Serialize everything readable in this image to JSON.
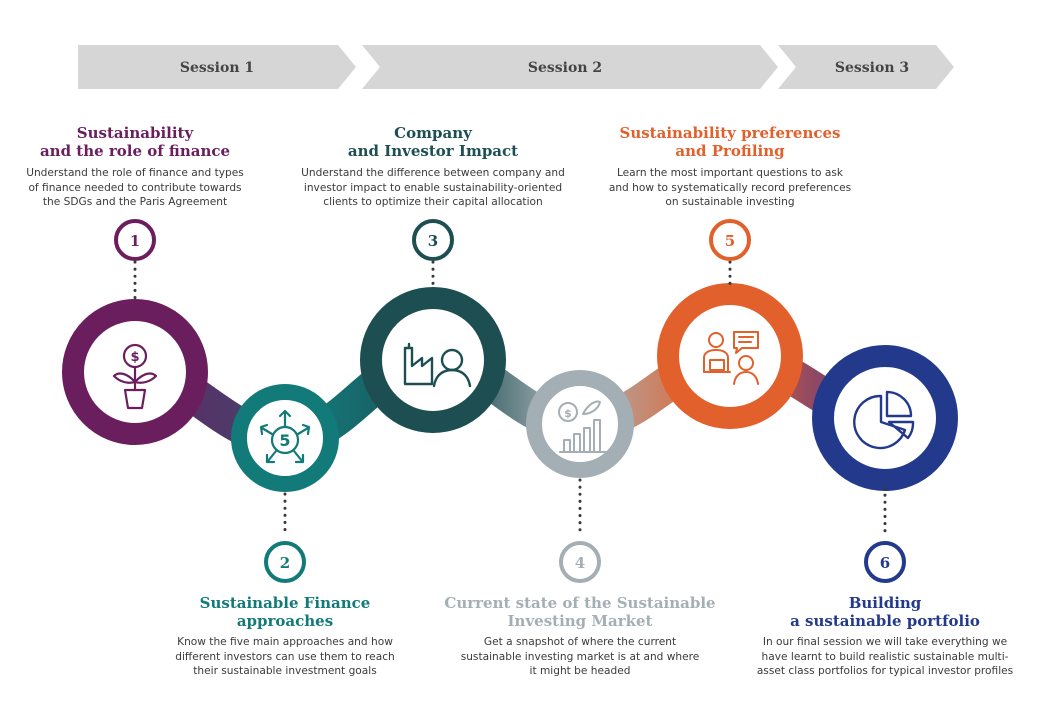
{
  "sessions": [
    "Session 1",
    "Session 2",
    "Session 3"
  ],
  "steps": [
    {
      "number": "1",
      "title": "Sustainability\nand the role of finance",
      "description": "Understand the role of finance and types\nof finance needed to contribute towards\nthe SDGs and the Paris Agreement",
      "color": "#6b1e5e",
      "icon": "money-plant-icon"
    },
    {
      "number": "2",
      "title": "Sustainable Finance\napproaches",
      "description": "Know the five main approaches and how\ndifferent investors can use them to reach\ntheir sustainable investment goals",
      "color": "#127a78",
      "icon": "five-approaches-icon"
    },
    {
      "number": "3",
      "title": "Company\nand Investor Impact",
      "description": "Understand the difference between company and\ninvestor impact to enable sustainability-oriented\nclients to optimize their capital allocation",
      "color": "#1d4f52",
      "icon": "factory-investor-icon"
    },
    {
      "number": "4",
      "title": "Current state of the Sustainable\nInvesting Market",
      "description": "Get a snapshot of where the current\nsustainable investing market is at and where\nit might be headed",
      "color": "#a4afb5",
      "icon": "growth-chart-icon"
    },
    {
      "number": "5",
      "title": "Sustainability preferences\nand Profiling",
      "description": "Learn the most important questions to ask\nand how to systematically record preferences\non sustainable investing",
      "color": "#e2602c",
      "icon": "advisor-client-icon"
    },
    {
      "number": "6",
      "title": "Building\na sustainable portfolio",
      "description": "In our final session we will take everything we\nhave learnt to build realistic sustainable multi-\nasset class portfolios for typical investor profiles",
      "color": "#233a8c",
      "icon": "pie-chart-icon"
    }
  ],
  "colors": {
    "session_banner": "#d6d6d6",
    "session_text": "#444444"
  }
}
